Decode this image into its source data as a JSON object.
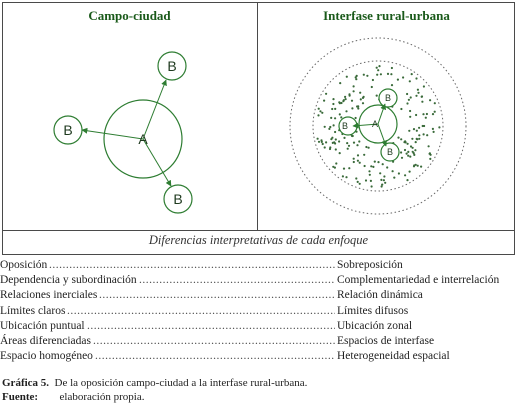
{
  "panels": {
    "left_title": "Campo-ciudad",
    "right_title": "Interfase rural-urbana"
  },
  "diagram_labels": {
    "center": "A",
    "satellite": "B"
  },
  "caption": "Diferencias interpretativas de cada enfoque",
  "comparison": [
    {
      "left": "Oposición",
      "right": "Sobreposición"
    },
    {
      "left": "Dependencia y subordinación",
      "right": "Complementariedad e interrelación"
    },
    {
      "left": "Relaciones inerciales",
      "right": "Relación dinámica"
    },
    {
      "left": "Límites claros",
      "right": "Límites difusos"
    },
    {
      "left": "Ubicación puntual",
      "right": "Ubicación zonal"
    },
    {
      "left": "Áreas diferenciadas",
      "right": "Espacios de interfase"
    },
    {
      "left": "Espacio homogéneo",
      "right": "Heterogeneidad espacial"
    }
  ],
  "figure": {
    "label": "Gráfica 5.",
    "text": "De la oposición campo-ciudad a la interfase rural-urbana.",
    "source_label": "Fuente:",
    "source_text": "elaboración propia."
  },
  "colors": {
    "green": "#2e7d32",
    "dark_green": "#1a5a1a",
    "border": "#4a4a4a",
    "dots": "#3a6a3a"
  }
}
